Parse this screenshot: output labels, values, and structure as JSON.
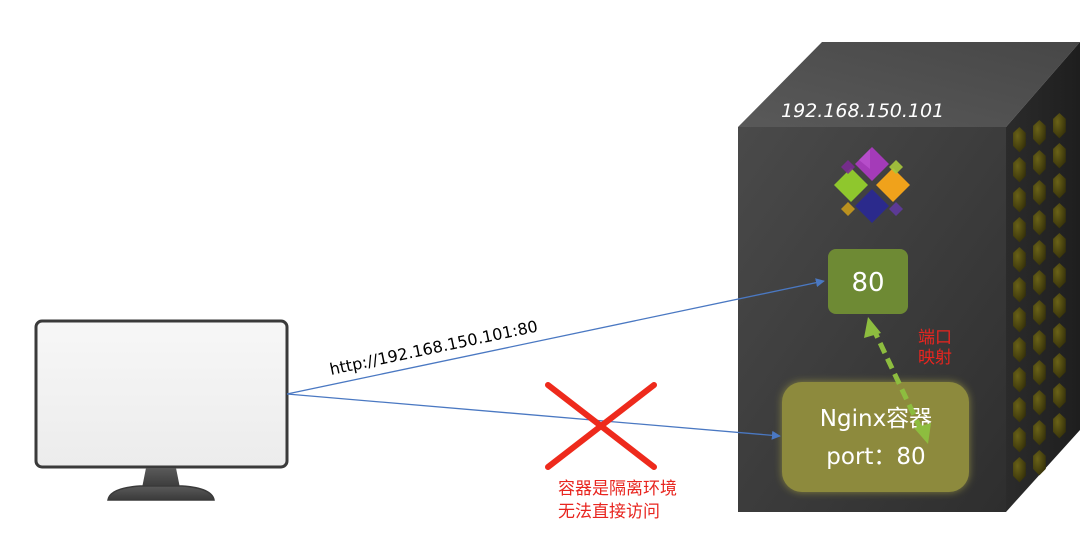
{
  "server": {
    "ip_label": "192.168.150.101",
    "host_port": "80",
    "mapping_note": [
      "端口",
      "映射"
    ],
    "container": {
      "name": "Nginx容器",
      "port": "port：80"
    }
  },
  "client": {
    "request_url": "http://192.168.150.101:80"
  },
  "blocked": {
    "note": [
      "容器是隔离环境",
      "无法直接访问"
    ]
  },
  "colors": {
    "server_body": "#3a3a3a",
    "port_box": "#6e8a34",
    "container_box": "#8d8a3e",
    "arrow": "#4a78c2",
    "mapping_arrow": "#8dbd3f",
    "cross": "#ee2a1c",
    "note": "#e8251f"
  },
  "icons": {
    "docker_logo": "four-color-diamond-logo",
    "monitor": "computer-monitor-icon"
  }
}
